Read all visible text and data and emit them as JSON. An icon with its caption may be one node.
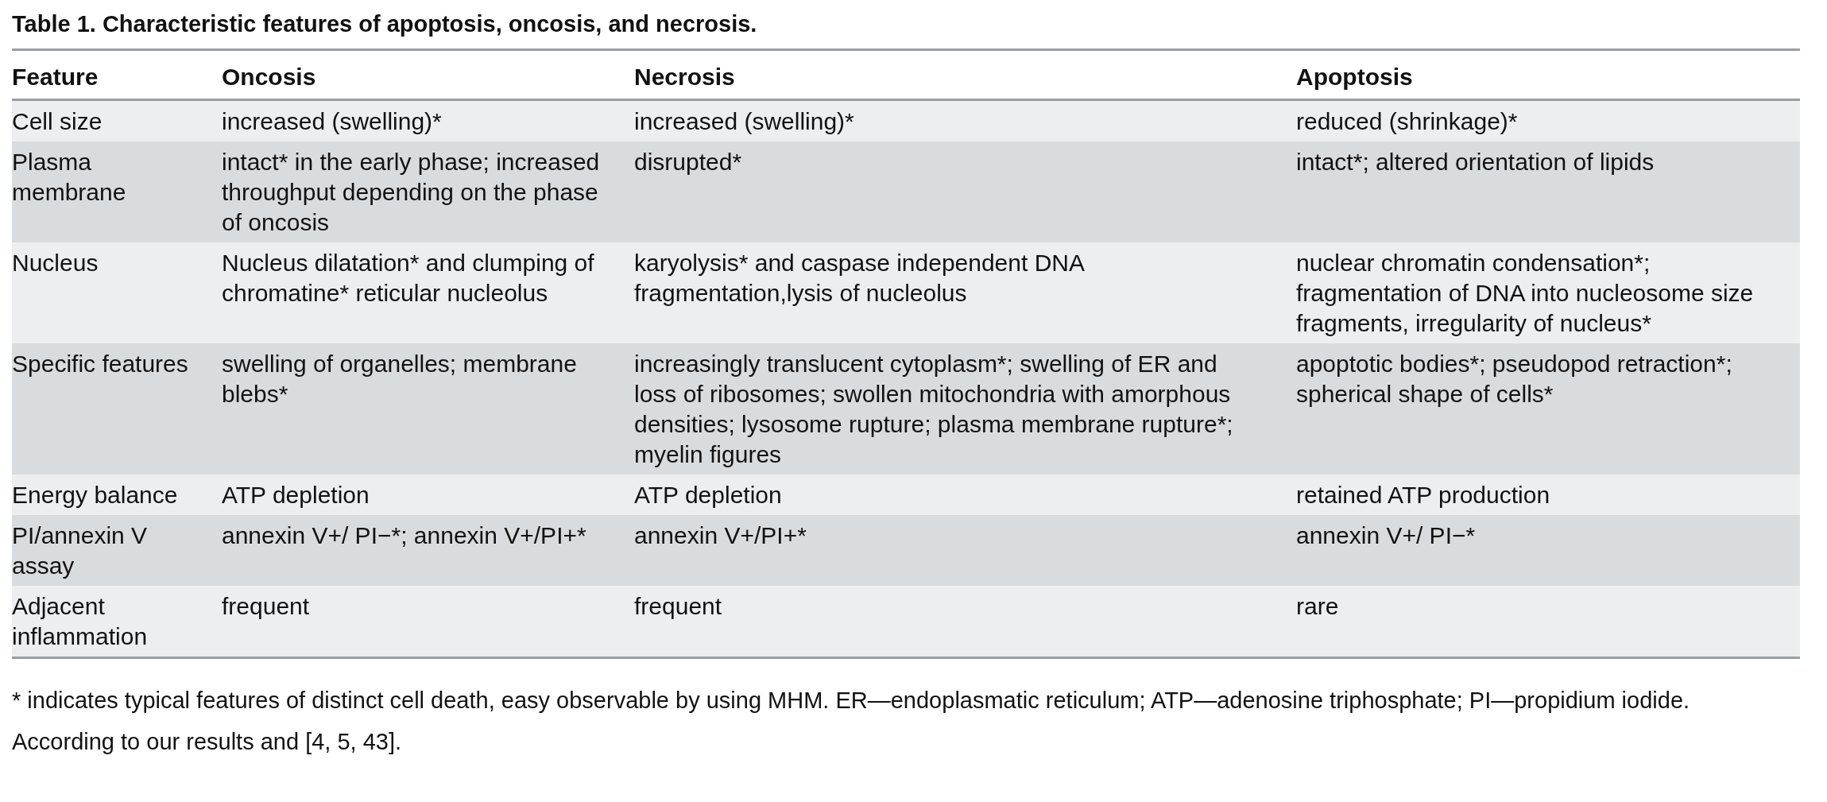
{
  "diagram": {
    "title": "Table 1.  Characteristic features of apoptosis, oncosis, and necrosis.",
    "caption": "* indicates typical features of distinct cell death, easy observable by using MHM. ER—endoplasmatic reticulum; ATP—adenosine triphosphate; PI—propidium iodide. According to our results and [4, 5, 43].",
    "labels": [
      "Feature",
      "Oncosis",
      "Necrosis",
      "Apoptosis",
      "Cell size",
      "increased (swelling)*",
      "increased (swelling)*",
      "reduced (shrinkage)*",
      "Plasma membrane",
      "intact* in the early phase; increased throughput depending on the phase of oncosis",
      "disrupted*",
      "intact*; altered orientation of lipids",
      "Nucleus",
      "Nucleus dilatation* and clumping of chromatine* reticular nucleolus",
      "karyolysis* and caspase independent DNA fragmentation,lysis of nucleolus",
      "nuclear chromatin condensation*; fragmentation of DNA into nucleosome size fragments, irregularity of nucleus*",
      "Specific features",
      "swelling of organelles; membrane blebs*",
      "increasingly translucent cytoplasm*; swelling of ER and loss of ribosomes; swollen mitochondria with amorphous densities; lysosome rupture; plasma membrane rupture*; myelin figures",
      "apoptotic bodies*; pseudopod retraction*; spherical shape of cells*",
      "Energy balance",
      "ATP depletion",
      "ATP depletion",
      "retained ATP production",
      "PI/annexin V assay",
      "annexin V+/ PI−*; annexin V+/PI+*",
      "annexin V+/PI+*",
      "annexin V+/ PI−*",
      "Adjacent inflammation",
      "frequent",
      "frequent",
      "rare"
    ]
  }
}
